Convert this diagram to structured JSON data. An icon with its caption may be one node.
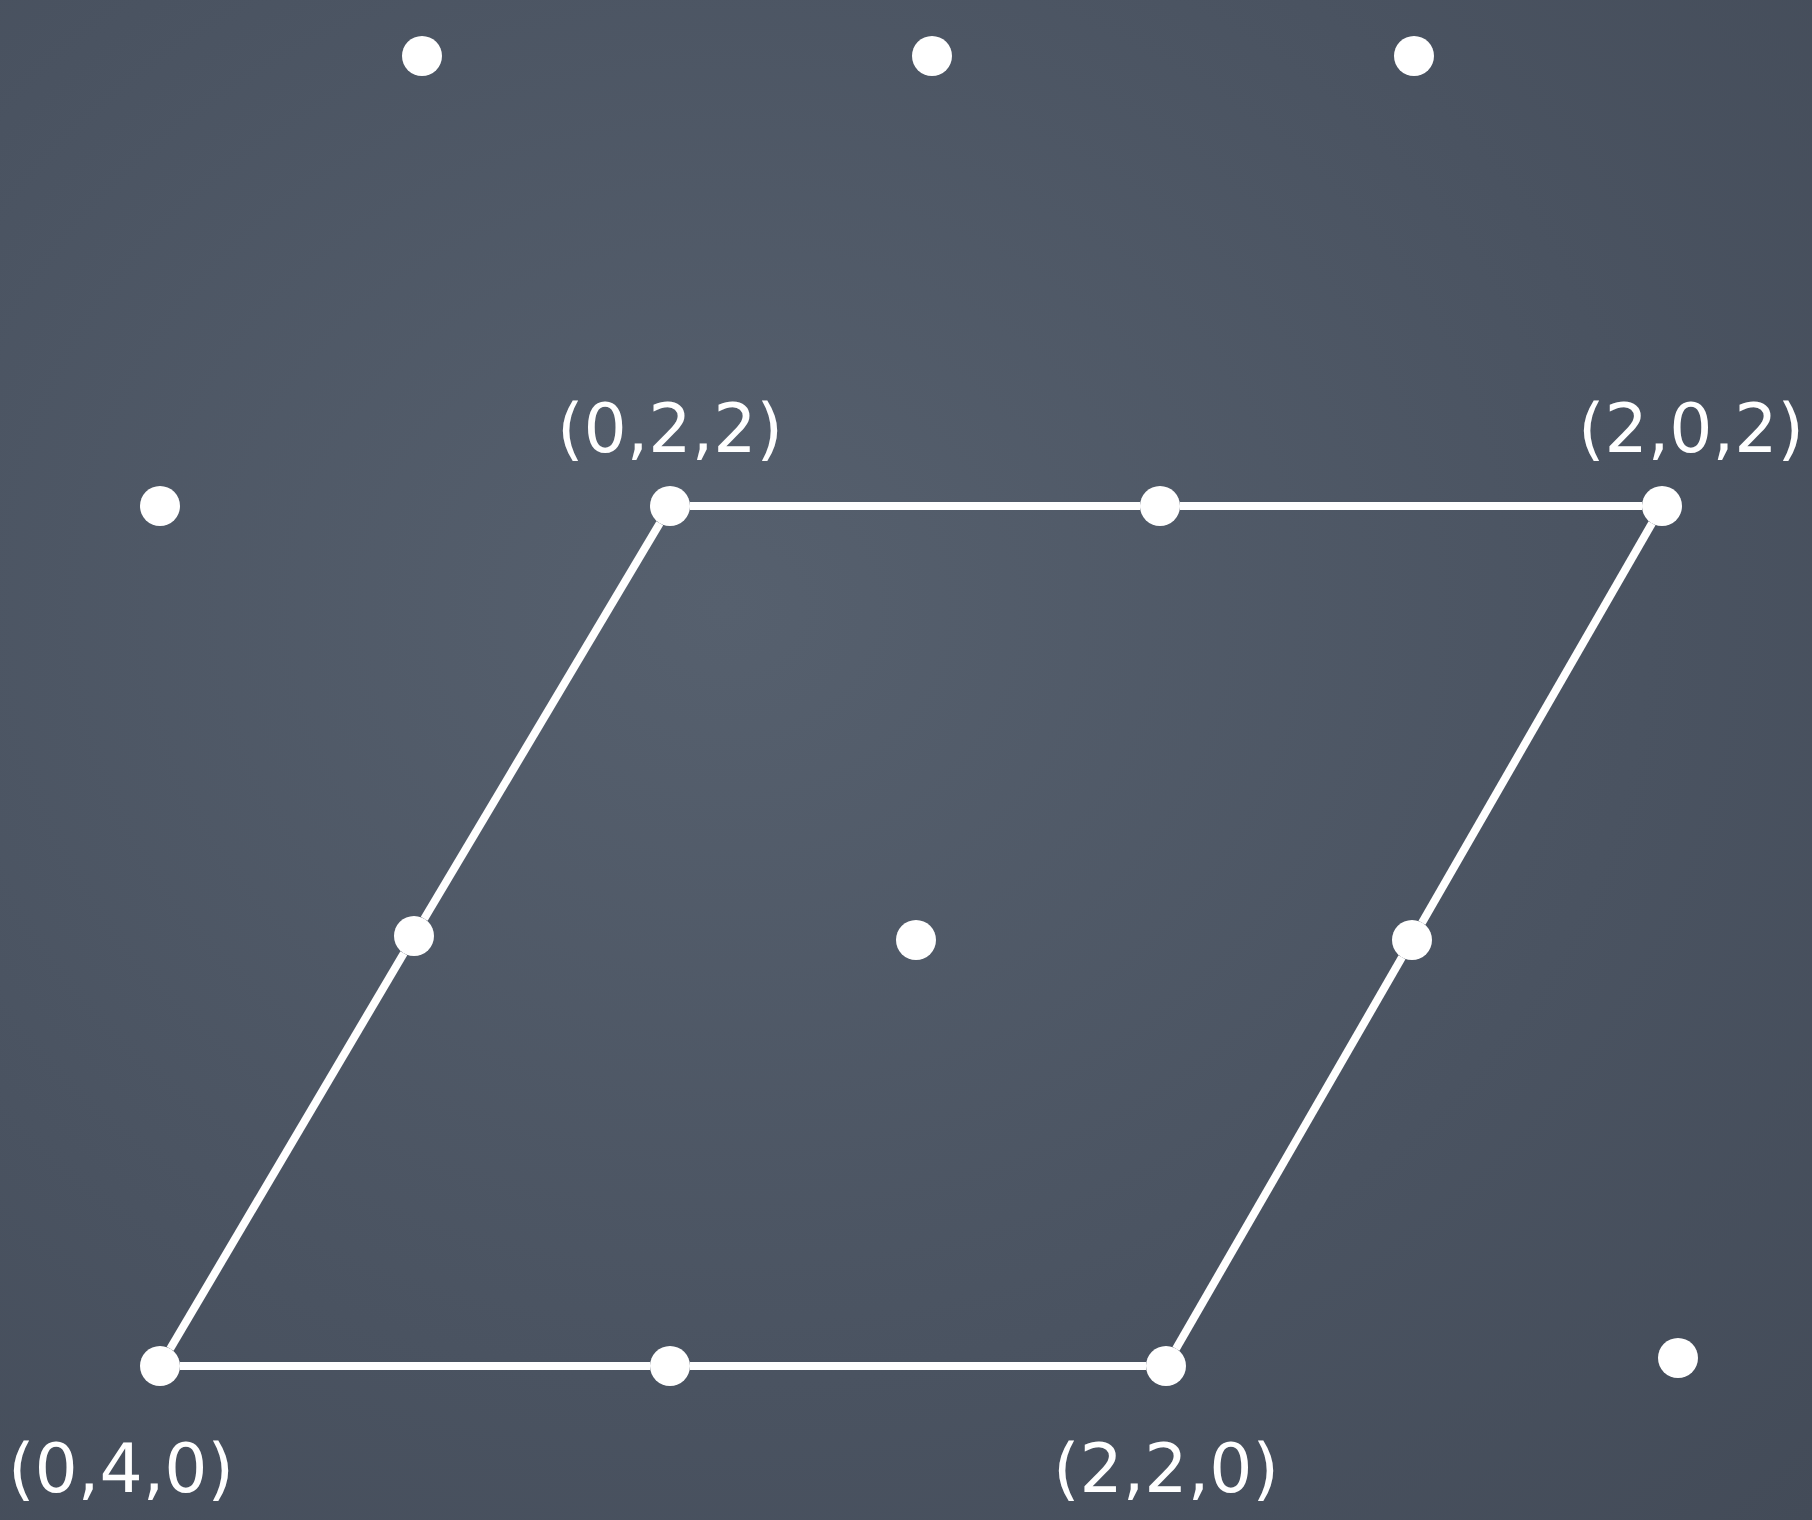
{
  "diagram": {
    "nodes": [
      {
        "text": [],
        "shape": "circle"
      },
      {
        "text": [],
        "shape": "circle"
      },
      {
        "text": [],
        "shape": "circle"
      },
      {
        "text": [],
        "shape": "circle"
      },
      {
        "text": [],
        "shape": "circle",
        "beside": [
          "(0,2,2)"
        ]
      },
      {
        "text": [],
        "shape": "circle"
      },
      {
        "text": [],
        "shape": "circle",
        "beside": [
          "(2,0,2)"
        ]
      },
      {
        "text": [],
        "shape": "circle"
      },
      {
        "text": [],
        "shape": "circle"
      },
      {
        "text": [],
        "shape": "circle"
      },
      {
        "text": [],
        "shape": "circle",
        "beside": [
          "(0,4,0)"
        ]
      },
      {
        "text": [],
        "shape": "circle"
      },
      {
        "text": [],
        "shape": "circle",
        "beside": [
          "(2,2,0)"
        ]
      },
      {
        "text": [],
        "shape": "circle"
      }
    ],
    "edges": [
      {
        "from": 4,
        "to": 5,
        "arrow": "none"
      },
      {
        "from": 5,
        "to": 6,
        "arrow": "none"
      },
      {
        "from": 6,
        "to": 9,
        "arrow": "none"
      },
      {
        "from": 9,
        "to": 12,
        "arrow": "none"
      },
      {
        "from": 12,
        "to": 11,
        "arrow": "none"
      },
      {
        "from": 11,
        "to": 10,
        "arrow": "none"
      },
      {
        "from": 10,
        "to": 7,
        "arrow": "none"
      },
      {
        "from": 7,
        "to": 4,
        "arrow": "none"
      }
    ]
  }
}
